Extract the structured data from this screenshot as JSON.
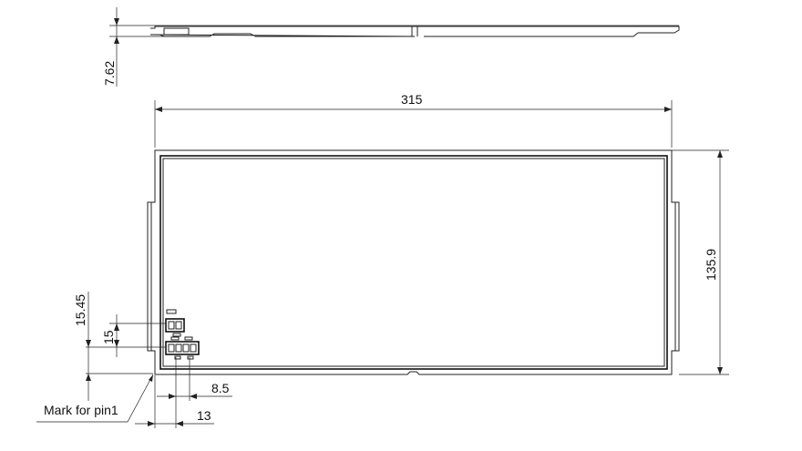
{
  "drawing": {
    "dimensions": {
      "thickness": "7.62",
      "width": "315",
      "height": "135.9",
      "connector_offset_y_outer": "15.45",
      "connector_offset_y": "15",
      "connector_pitch_x": "8.5",
      "connector_offset_x": "13"
    },
    "annotations": {
      "pin1_mark": "Mark for pin1"
    }
  }
}
